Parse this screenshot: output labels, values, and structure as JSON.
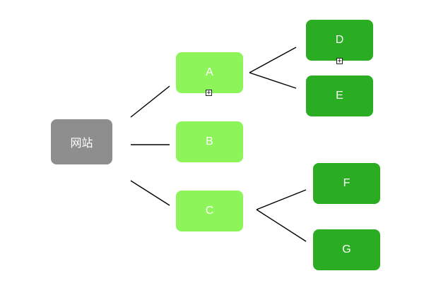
{
  "diagram": {
    "root": {
      "label": "网站"
    },
    "children": [
      {
        "label": "A",
        "collapsed_marker": "⊞",
        "children": [
          {
            "label": "D",
            "collapsed_marker": "⊞"
          },
          {
            "label": "E"
          }
        ]
      },
      {
        "label": "B"
      },
      {
        "label": "C",
        "children": [
          {
            "label": "F"
          },
          {
            "label": "G"
          }
        ]
      }
    ]
  },
  "colors": {
    "root": "#8e8e8e",
    "level1": "#8df45a",
    "level2": "#2aad22",
    "connector": "#000000"
  }
}
